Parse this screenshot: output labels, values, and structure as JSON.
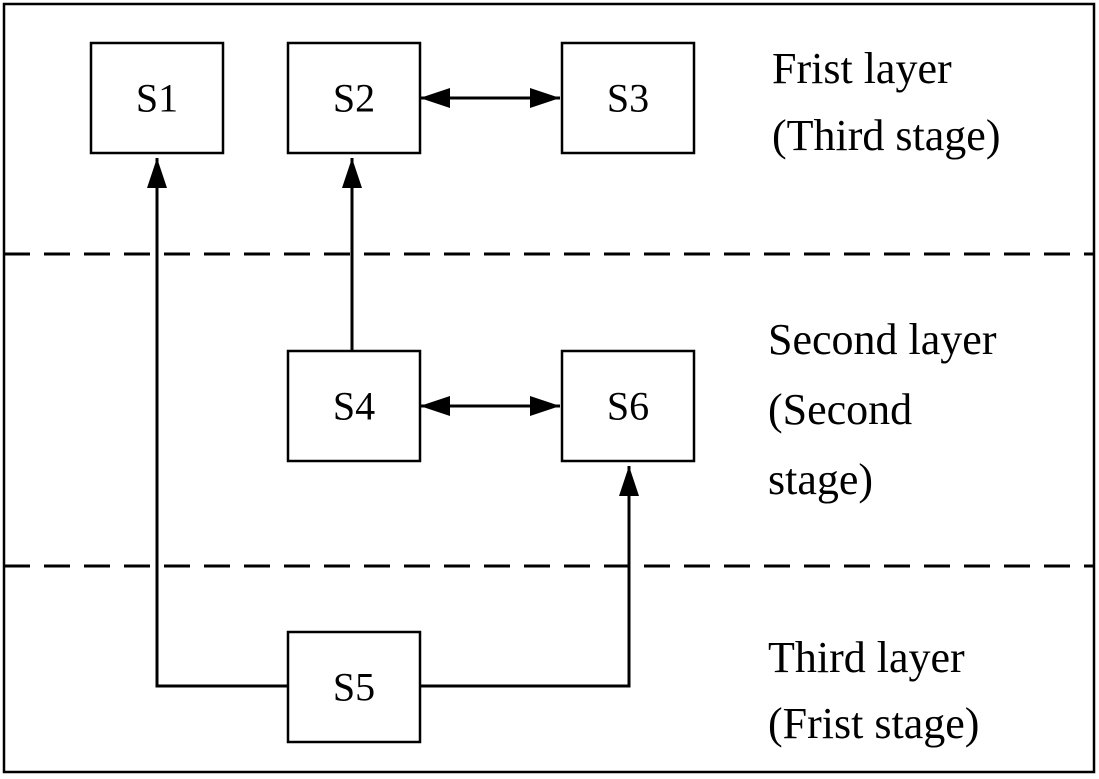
{
  "nodes": {
    "s1": "S1",
    "s2": "S2",
    "s3": "S3",
    "s4": "S4",
    "s5": "S5",
    "s6": "S6"
  },
  "layers": {
    "first": {
      "line1": "Frist layer",
      "line2": "(Third stage)"
    },
    "second": {
      "line1": "Second layer",
      "line2": "(Second",
      "line3": "stage)"
    },
    "third": {
      "line1": "Third layer",
      "line2": "(Frist stage)"
    }
  },
  "edges": [
    {
      "from": "S5",
      "to": "S1",
      "direction": "single"
    },
    {
      "from": "S5",
      "to": "S6",
      "direction": "single"
    },
    {
      "from": "S4",
      "to": "S2",
      "direction": "single"
    },
    {
      "from": "S2",
      "to": "S3",
      "direction": "double"
    },
    {
      "from": "S4",
      "to": "S6",
      "direction": "double"
    }
  ]
}
